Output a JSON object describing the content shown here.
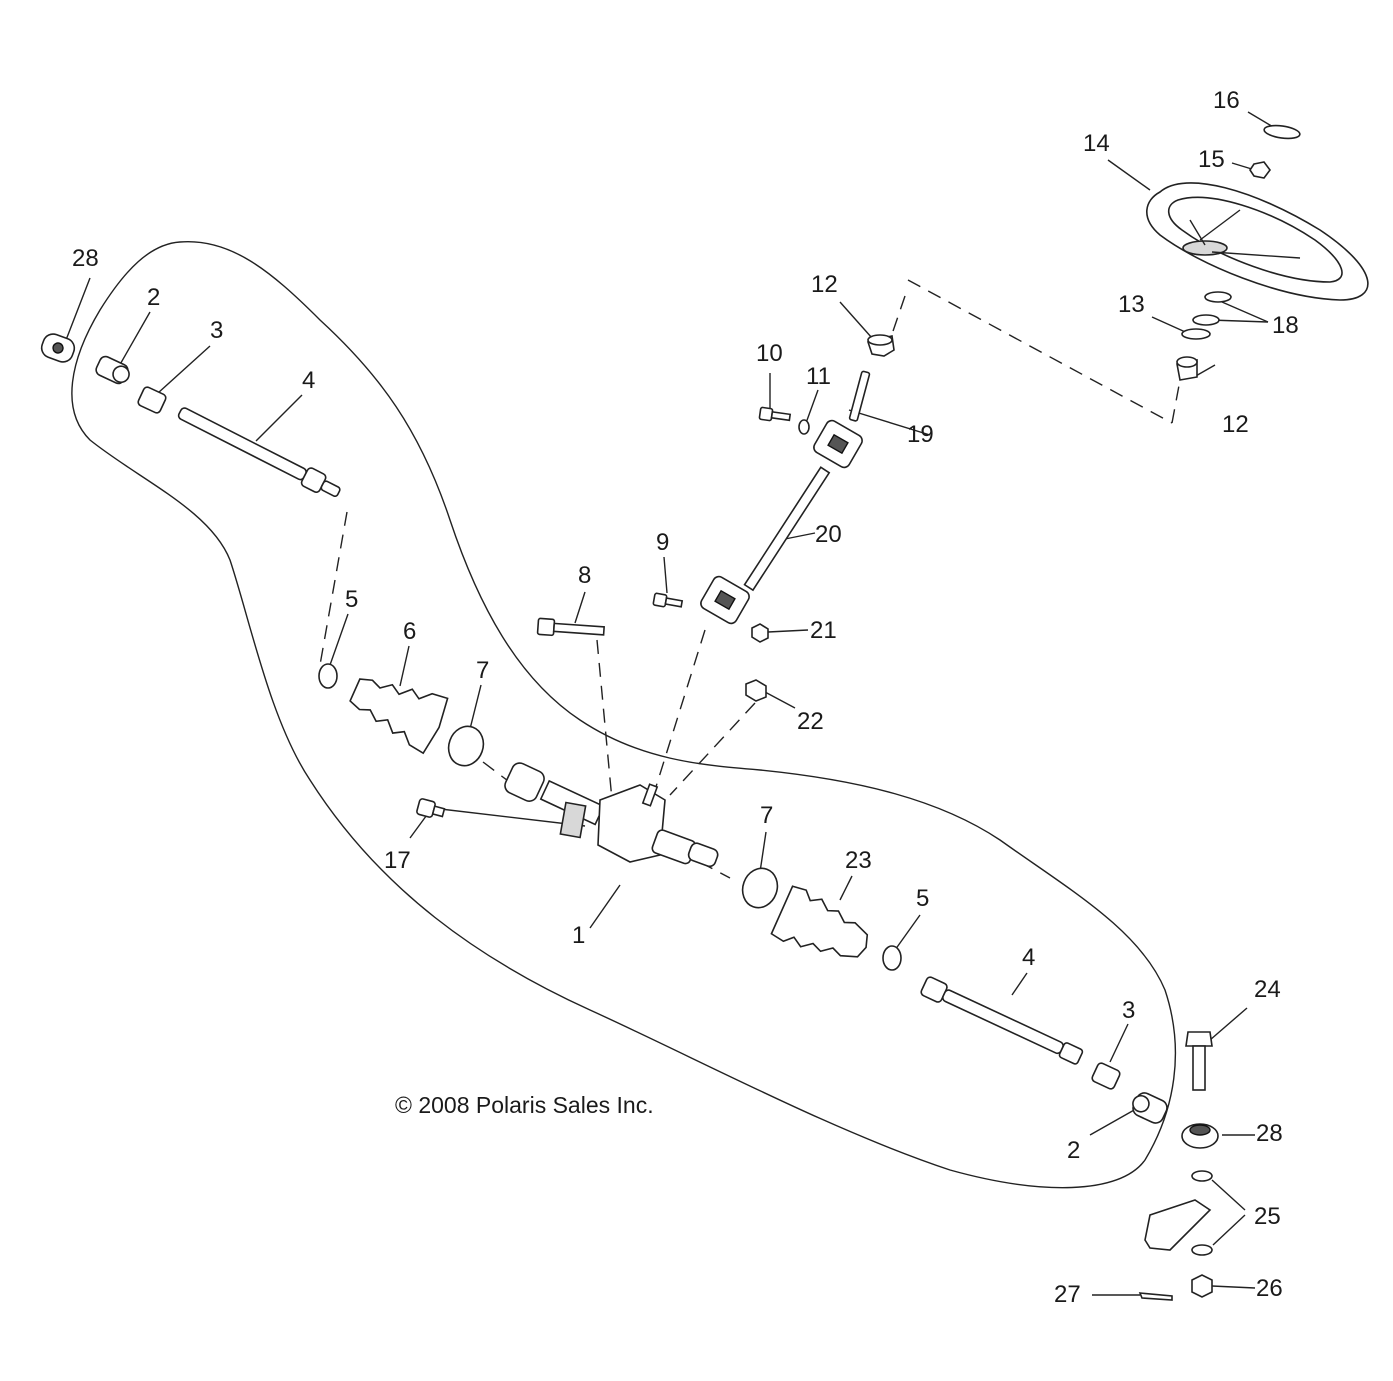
{
  "copyright": "© 2008 Polaris Sales Inc.",
  "callouts": [
    {
      "id": "28a",
      "label": "28"
    },
    {
      "id": "2a",
      "label": "2"
    },
    {
      "id": "3a",
      "label": "3"
    },
    {
      "id": "4a",
      "label": "4"
    },
    {
      "id": "5a",
      "label": "5"
    },
    {
      "id": "6",
      "label": "6"
    },
    {
      "id": "7a",
      "label": "7"
    },
    {
      "id": "8",
      "label": "8"
    },
    {
      "id": "9",
      "label": "9"
    },
    {
      "id": "10",
      "label": "10"
    },
    {
      "id": "11",
      "label": "11"
    },
    {
      "id": "12a",
      "label": "12"
    },
    {
      "id": "12b",
      "label": "12"
    },
    {
      "id": "13",
      "label": "13"
    },
    {
      "id": "14",
      "label": "14"
    },
    {
      "id": "15",
      "label": "15"
    },
    {
      "id": "16",
      "label": "16"
    },
    {
      "id": "17",
      "label": "17"
    },
    {
      "id": "18",
      "label": "18"
    },
    {
      "id": "19",
      "label": "19"
    },
    {
      "id": "20",
      "label": "20"
    },
    {
      "id": "21",
      "label": "21"
    },
    {
      "id": "22",
      "label": "22"
    },
    {
      "id": "1",
      "label": "1"
    },
    {
      "id": "7b",
      "label": "7"
    },
    {
      "id": "23",
      "label": "23"
    },
    {
      "id": "5b",
      "label": "5"
    },
    {
      "id": "4b",
      "label": "4"
    },
    {
      "id": "3b",
      "label": "3"
    },
    {
      "id": "2b",
      "label": "2"
    },
    {
      "id": "24",
      "label": "24"
    },
    {
      "id": "28b",
      "label": "28"
    },
    {
      "id": "25",
      "label": "25"
    },
    {
      "id": "26",
      "label": "26"
    },
    {
      "id": "27",
      "label": "27"
    }
  ]
}
